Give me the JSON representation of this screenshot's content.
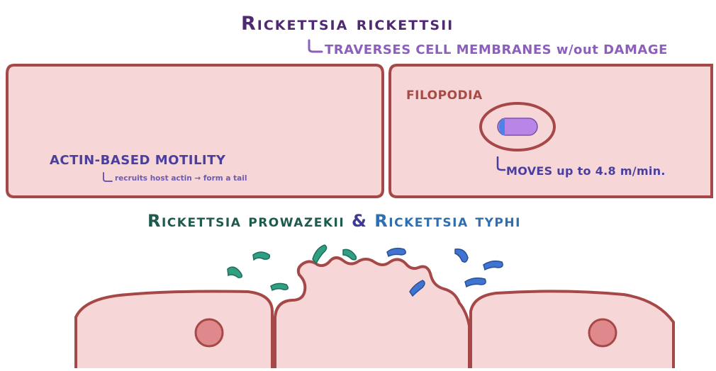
{
  "title_top": "Rickettsia rickettsii",
  "subtitle_top": "TRAVERSES CELL MEMBRANES w/out DAMAGE",
  "filopodia_label": "FILOPODIA",
  "actin_label": "ACTIN-BASED MOTILITY",
  "actin_sub": "recruits host actin → form a tail",
  "moves_label": "MOVES up to 4.8 m/min.",
  "title_bottom": {
    "part1": "Rickettsia prowazekii",
    "amp": " & ",
    "part2": "Rickettsia typhi"
  },
  "colors": {
    "cell_fill": "#f6d6d6",
    "cell_border": "#a64848",
    "nucleus": "#e0898c",
    "rickettsii_body": "#b985e6",
    "rickettsii_cap": "#4f82e6",
    "prowazekii": "#2f9e83",
    "typhi": "#3f74d0"
  }
}
